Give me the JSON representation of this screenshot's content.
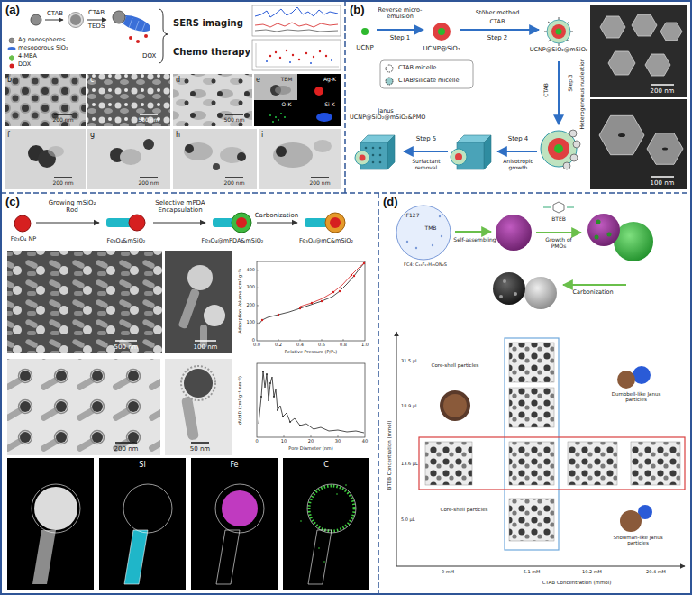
{
  "diagram": {
    "nodes": [
      {
        "text": [
          "(a)"
        ]
      },
      {
        "text": [
          "(b)"
        ]
      },
      {
        "text": [
          "(c)"
        ]
      },
      {
        "text": [
          "(d)"
        ]
      }
    ],
    "labels": [
      "CTAB",
      "CTAB",
      "TEOS",
      "DOX",
      "SERS imaging",
      "Chemo therapy",
      "b",
      "c",
      "d",
      "e",
      "TEM",
      "Ag-K",
      "O-K",
      "Si-K",
      "200 nm",
      "500 nm",
      "500 nm",
      "f",
      "g",
      "h",
      "i",
      "200 nm",
      "200 nm",
      "200 nm",
      "200 nm",
      "UCNP",
      "Reverse micro-emulsion",
      "Step 1",
      "UCNP@SiO₂",
      "Stöber method",
      "CTAB",
      "Step 2",
      "UCNP@SiO₂@mSiO₂",
      "CTAB micelle",
      "CTAB/silicate micelle",
      "CTAB",
      "Step 3",
      "Heterogeneous nucleation",
      "Step 4",
      "Anisotropic growth",
      "Step 5",
      "Surfactant removal",
      "Janus UCNP@SiO₂@mSiO₂&PMO",
      "200 nm",
      "100 nm",
      "Growing mSiO₂ Rod",
      "Selective mPDA Encapsulation",
      "Carbonization",
      "Fe₃O₄ NP",
      "Fe₃O₄&mSiO₂",
      "Fe₃O₄@mPDA&mSiO₂",
      "Fe₃O₄@mC&mSiO₂",
      "500 nm",
      "100 nm",
      "Adsorption Volume (cm³ g⁻¹)",
      "0.0",
      "0.2",
      "0.4",
      "0.6",
      "0.8",
      "1.0",
      "0",
      "100",
      "200",
      "300",
      "400",
      "Relative Pressure (P/P₀)",
      "200 nm",
      "50 nm",
      "dV/dD (cm³ g⁻¹ nm⁻¹)",
      "0",
      "10",
      "20",
      "30",
      "40",
      "Pore Diameter (nm)",
      "Si",
      "Fe",
      "C",
      "F127",
      "TMB",
      "FC4: C₁₁F₁₇H₁₅ON₂S",
      "Self-assembling",
      "BTEB",
      "Growth of PMOs",
      "Carbonization",
      "BTEB Concentration (mmol)",
      "31.5 μL",
      "18.9 μL",
      "13.6 μL",
      "5.0 μL",
      "Core-shell particles",
      "Dumbbell-like Janus particles",
      "Core-shell particles",
      "Snowman-like Janus particles",
      "0 mM",
      "5.1 mM",
      "10.2 mM",
      "20.4 mM",
      "CTAB Concentration (mmol)"
    ],
    "legend": [
      {
        "text": "Ag nanospheres"
      },
      {
        "text": "mesoporous SiO₂"
      },
      {
        "text": "4-MBA"
      },
      {
        "text": "DOX"
      }
    ]
  }
}
